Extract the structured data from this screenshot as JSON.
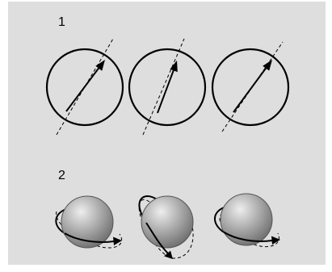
{
  "figure": {
    "background_color": "#dedede",
    "ink_color": "#000000",
    "sphere_color": "#a0a0a0",
    "rows": [
      {
        "label": "1",
        "item_count": 3,
        "item_kind": "circle-with-arrow-and-dashed-axis"
      },
      {
        "label": "2",
        "item_count": 3,
        "item_kind": "shaded-sphere-with-orbit-arrow"
      }
    ]
  }
}
